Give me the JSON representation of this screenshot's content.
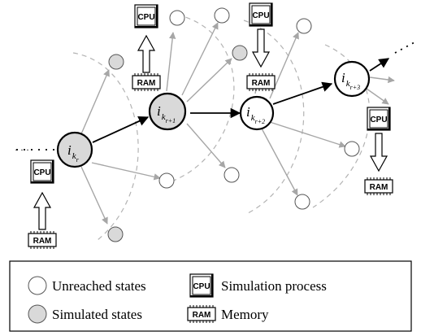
{
  "diagram": {
    "states": {
      "current": {
        "base": "i",
        "sub": "k",
        "subsub": "r"
      },
      "next1": {
        "base": "i",
        "sub": "k",
        "subsub": "r+1"
      },
      "next2": {
        "base": "i",
        "sub": "k",
        "subsub": "r+2"
      },
      "next3": {
        "base": "i",
        "sub": "k",
        "subsub": "r+3"
      }
    },
    "ellipsis": "· · ·",
    "chip_labels": {
      "cpu": "CPU",
      "ram": "RAM"
    },
    "colors": {
      "simulated_fill": "#d9d9d9",
      "unreached_fill": "#ffffff",
      "main_edge": "#000000",
      "branch_edge": "#a6a6a6",
      "wavefront": "#b3b3b3"
    }
  },
  "legend": {
    "unreached": "Unreached states",
    "simulated": "Simulated states",
    "process": "Simulation process",
    "memory": "Memory"
  }
}
